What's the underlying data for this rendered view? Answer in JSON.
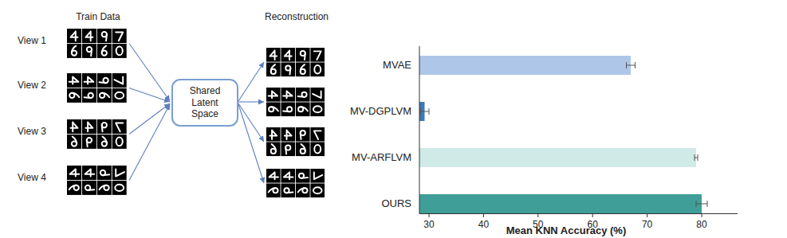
{
  "diagram": {
    "nodes": [
      {
        "text": [
          "Shared Latent Space"
        ]
      }
    ],
    "labels": [
      "Train Data",
      "View 1",
      "View 2",
      "View 3",
      "View 4",
      "Reconstruction",
      "MVAE",
      "MV-DGPLVM",
      "MV-ARFLVM",
      "OURS",
      "30",
      "40",
      "50",
      "60",
      "70",
      "80",
      "Mean KNN Accuracy (%)"
    ]
  }
}
